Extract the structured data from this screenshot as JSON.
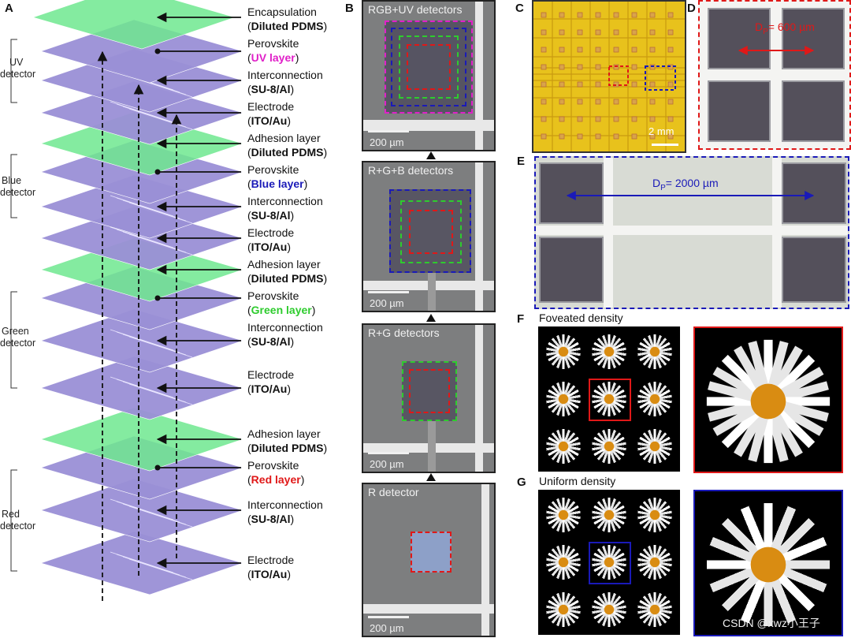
{
  "panels": {
    "A": "A",
    "B": "B",
    "C": "C",
    "D": "D",
    "E": "E",
    "F": "F",
    "G": "G"
  },
  "layers": [
    {
      "name": "Encapsulation",
      "pre": "(",
      "mat": "Diluted PDMS",
      "post": ")",
      "color": "#111111"
    },
    {
      "name": "Perovskite",
      "pre": "(",
      "mat": "UV layer",
      "post": ")",
      "color": "#e020c8"
    },
    {
      "name": "Interconnection",
      "pre": "(",
      "mat": "SU-8/Al",
      "post": ")",
      "color": "#111111"
    },
    {
      "name": "Electrode",
      "pre": "(",
      "mat": "ITO/Au",
      "post": ")",
      "color": "#111111"
    },
    {
      "name": "Adhesion layer",
      "pre": "(",
      "mat": "Diluted PDMS",
      "post": ")",
      "color": "#111111"
    },
    {
      "name": "Perovskite",
      "pre": "(",
      "mat": "Blue layer",
      "post": ")",
      "color": "#1a1ab8"
    },
    {
      "name": "Interconnection",
      "pre": "(",
      "mat": "SU-8/Al",
      "post": ")",
      "color": "#111111"
    },
    {
      "name": "Electrode",
      "pre": "(",
      "mat": "ITO/Au",
      "post": ")",
      "color": "#111111"
    },
    {
      "name": "Adhesion layer",
      "pre": "(",
      "mat": "Diluted PDMS",
      "post": ")",
      "color": "#111111"
    },
    {
      "name": "Perovskite",
      "pre": "(",
      "mat": "Green layer",
      "post": ")",
      "color": "#2ecc2e"
    },
    {
      "name": "Interconnection",
      "pre": "(",
      "mat": "SU-8/Al",
      "post": ")",
      "color": "#111111"
    },
    {
      "name": "Electrode",
      "pre": "(",
      "mat": "ITO/Au",
      "post": ")",
      "color": "#111111"
    },
    {
      "name": "Adhesion layer",
      "pre": "(",
      "mat": "Diluted PDMS",
      "post": ")",
      "color": "#111111"
    },
    {
      "name": "Perovskite",
      "pre": "(",
      "mat": "Red layer",
      "post": ")",
      "color": "#e01818"
    },
    {
      "name": "Interconnection",
      "pre": "(",
      "mat": "SU-8/Al",
      "post": ")",
      "color": "#111111"
    },
    {
      "name": "Electrode",
      "pre": "(",
      "mat": "ITO/Au",
      "post": ")",
      "color": "#111111"
    }
  ],
  "groups": {
    "uv": [
      "UV",
      "detector"
    ],
    "blue": [
      "Blue",
      "detector"
    ],
    "green": [
      "Green",
      "detector"
    ],
    "red": [
      "Red",
      "detector"
    ]
  },
  "micrographs": [
    {
      "title": "RGB+UV detectors",
      "scale": "200 µm"
    },
    {
      "title": "R+G+B detectors",
      "scale": "200 µm"
    },
    {
      "title": "R+G detectors",
      "scale": "200 µm"
    },
    {
      "title": "R detector",
      "scale": "200 µm"
    }
  ],
  "panelC": {
    "scale": "2 mm"
  },
  "panelD": {
    "dim_prefix": "D",
    "dim_sub": "P",
    "dim_value": "= 600 µm"
  },
  "panelE": {
    "dim_prefix": "D",
    "dim_sub": "P",
    "dim_value": "= 2000 µm"
  },
  "panelF": {
    "title": "Foveated density"
  },
  "panelG": {
    "title": "Uniform density"
  },
  "watermark": "CSDN @xwz小王子",
  "colors": {
    "uv": "#e020c8",
    "blue": "#1a1ab8",
    "green": "#2ecc2e",
    "red": "#e01818",
    "chip": "#e8c21c",
    "layer": "#9a8fd6",
    "adhesion": "#6fe88f"
  }
}
